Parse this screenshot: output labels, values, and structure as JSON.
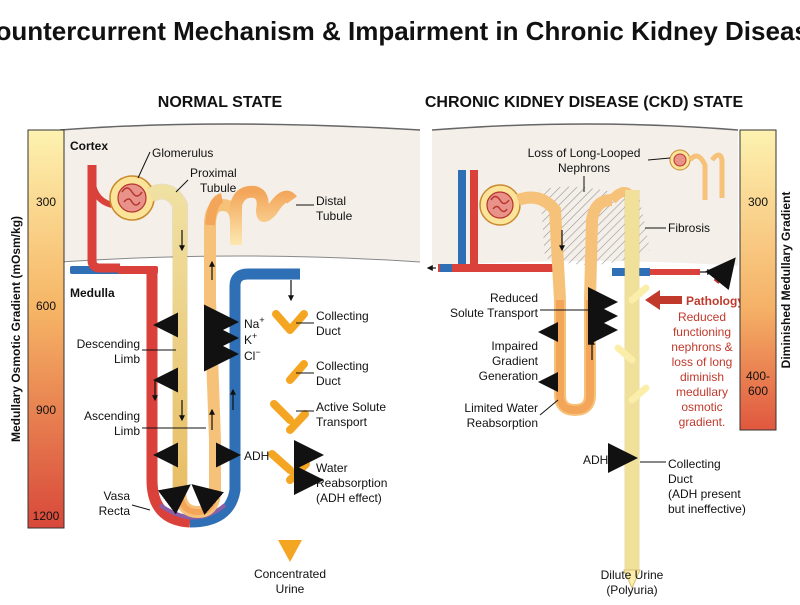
{
  "title": "Countercurrent Mechanism & Impairment in Chronic Kidney Disease",
  "normal": {
    "heading": "NORMAL STATE",
    "cortex": "Cortex",
    "medulla": "Medulla",
    "glomerulus": "Glomerulus",
    "proximal": [
      "Proximal",
      "Tubule"
    ],
    "distal": [
      "Distal",
      "Tubule"
    ],
    "descending": [
      "Descending",
      "Limb"
    ],
    "ascending": [
      "Ascending",
      "Limb"
    ],
    "vasa": [
      "Vasa",
      "Recta"
    ],
    "ions": [
      "Na",
      "K",
      "Cl"
    ],
    "ion_charges": [
      "+",
      "+",
      "−"
    ],
    "collecting1": [
      "Collecting",
      "Duct"
    ],
    "collecting2": [
      "Collecting",
      "Duct"
    ],
    "active": [
      "Active Solute",
      "Transport"
    ],
    "adh": "ADH",
    "water": [
      "Water",
      "Reabsorption",
      "(ADH effect)"
    ],
    "urine": [
      "Concentrated",
      "Urine"
    ]
  },
  "ckd": {
    "heading": "CHRONIC KIDNEY DISEASE (CKD) STATE",
    "loss": [
      "Loss of Long-Looped",
      "Nephrons"
    ],
    "fibrosis": "Fibrosis",
    "reduced": [
      "Reduced",
      "Solute Transport"
    ],
    "impaired": [
      "Impaired",
      "Gradient",
      "Generation"
    ],
    "limited": [
      "Limited Water",
      "Reabsorption"
    ],
    "adh": "ADH",
    "collecting": [
      "Collecting",
      "Duct",
      "(ADH present",
      "but ineffective)"
    ],
    "urine": [
      "Dilute Urine",
      "(Polyuria)"
    ],
    "pathology_heading": "Pathology:",
    "pathology_text": [
      "Reduced",
      "functioning",
      "nephrons &",
      "loss of long",
      "diminish",
      "medullary",
      "osmotic",
      "gradient."
    ]
  },
  "left_scale": {
    "label": "Medullary Osmotic Gradient (mOsm/kg)",
    "ticks": [
      "300",
      "600",
      "900",
      "1200"
    ]
  },
  "right_scale": {
    "label": "Diminished Medullary Gradient",
    "ticks": [
      "300",
      "400-",
      "600"
    ]
  },
  "colors": {
    "artery": "#d9413a",
    "vein": "#2f6fb5",
    "tubule_yellow": "#fbeeaa",
    "tubule_orange": "#f3a65a",
    "pathology": "#c0392b"
  }
}
